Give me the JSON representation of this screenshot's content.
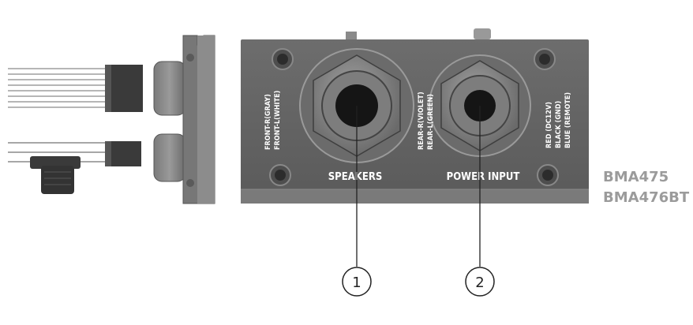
{
  "panel": {
    "front_label": [
      "FRONT-R(GRAY)",
      "FRONT-L(WHITE)"
    ],
    "rear_label": [
      "REAR-R(VIOLET)",
      "REAR-L(GREEN)"
    ],
    "power_label": [
      "RED (DC12V)",
      "BLACK (GND)",
      "BLUE (REMOTE)"
    ],
    "speakers_label": "SPEAKERS",
    "power_input_label": "POWER INPUT"
  },
  "models": [
    "BMA475",
    "BMA476BT"
  ],
  "callouts": [
    "1",
    "2"
  ]
}
